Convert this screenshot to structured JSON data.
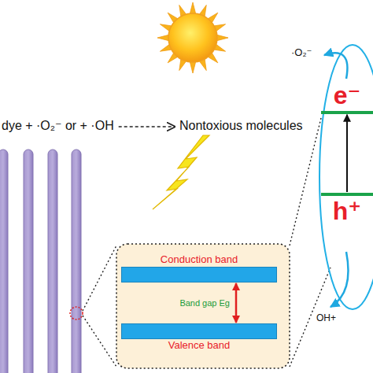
{
  "diagram": {
    "nodes": [
      {
        "text": [
          "e⁻"
        ]
      },
      {
        "text": [
          "h⁺"
        ]
      },
      {
        "text": [
          "Conduction band"
        ]
      },
      {
        "text": [
          "Valence band"
        ]
      }
    ],
    "edges": [
      {
        "from": 1,
        "to": 0,
        "arrow": "to"
      },
      {
        "from": 2,
        "to": 3,
        "arrow": "both",
        "label": "Band gap Eg"
      }
    ],
    "labels": [
      "dye + ·O₂⁻ or + ·OH",
      "Nontoxious molecules",
      "·O₂⁻",
      "OH+"
    ]
  }
}
